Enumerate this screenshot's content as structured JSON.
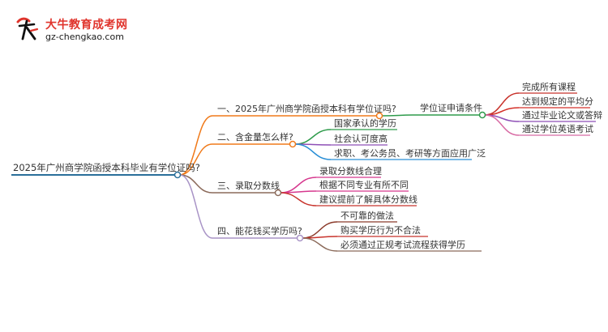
{
  "logo": {
    "title": "大牛教育成考网",
    "url": "gz-chengkao.com"
  },
  "mindmap": {
    "root": "2025年广州商学院函授本科毕业有学位证吗?",
    "branches": [
      {
        "label": "一、2025年广州商学院函授本科有学位证吗?",
        "color": "#f07a1a",
        "sub": {
          "label": "学位证申请条件",
          "color": "#2e9b4b",
          "children": [
            {
              "label": "完成所有课程",
              "color": "#c8332c"
            },
            {
              "label": "达到规定的平均分",
              "color": "#d4312a"
            },
            {
              "label": "通过毕业论文或答辩",
              "color": "#8e4fb6"
            },
            {
              "label": "通过学位英语考试",
              "color": "#d86aa3"
            }
          ]
        }
      },
      {
        "label": "二、含金量怎么样?",
        "color": "#f07a1a",
        "children": [
          {
            "label": "国家承认的学历",
            "color": "#2e9b4b"
          },
          {
            "label": "社会认可度高",
            "color": "#8e4fb6"
          },
          {
            "label": "求职、考公务员、考研等方面应用广泛",
            "color": "#2a8fd6"
          }
        ]
      },
      {
        "label": "三、录取分数线",
        "color": "#8b6a5a",
        "children": [
          {
            "label": "录取分数线合理",
            "color": "#d6388e"
          },
          {
            "label": "根据不同专业有所不同",
            "color": "#d6388e"
          },
          {
            "label": "建议提前了解具体分数线",
            "color": "#c8332c"
          }
        ]
      },
      {
        "label": "四、能花钱买学历吗?",
        "color": "#a893c6",
        "children": [
          {
            "label": "不可靠的做法",
            "color": "#8b3a2a"
          },
          {
            "label": "购买学历行为不合法",
            "color": "#c8332c"
          },
          {
            "label": "必须通过正规考试流程获得学历",
            "color": "#8b6a5a"
          }
        ]
      }
    ]
  }
}
